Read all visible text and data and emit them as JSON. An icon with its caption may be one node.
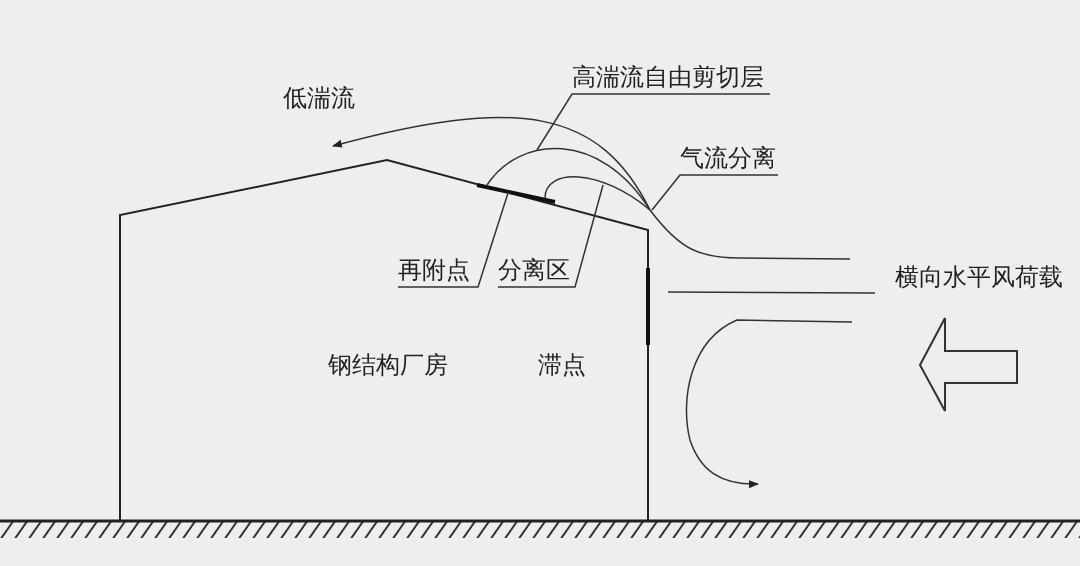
{
  "diagram": {
    "nodes": [
      {
        "text": [
          "高湍流自由剪切层"
        ]
      },
      {
        "text": [
          "气流分离"
        ]
      },
      {
        "text": [
          "再附点"
        ]
      },
      {
        "text": [
          "分离区"
        ]
      }
    ],
    "edges": [
      {
        "from": 0,
        "to": null,
        "arrow": "none"
      },
      {
        "from": 1,
        "to": null,
        "arrow": "none"
      },
      {
        "from": 2,
        "to": null,
        "arrow": "none"
      },
      {
        "from": 3,
        "to": null,
        "arrow": "none"
      }
    ],
    "labels": [
      "低湍流",
      "钢结构厂房",
      "滞点",
      "横向水平风荷载"
    ]
  }
}
